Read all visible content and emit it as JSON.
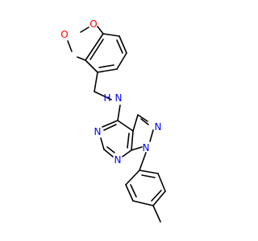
{
  "colors": {
    "bond": "#000000",
    "oxygen": "#ff0000",
    "nitrogen": "#0000ff",
    "background": "#ffffff"
  },
  "atoms": {
    "o_upper": "O",
    "o_lower": "O",
    "n_amine": "N",
    "h_amine": "H",
    "n_pyrimidine_left": "N",
    "n_pyrimidine_bottom": "N",
    "n_pyrazole_1": "N",
    "n_pyrazole_2": "N"
  }
}
